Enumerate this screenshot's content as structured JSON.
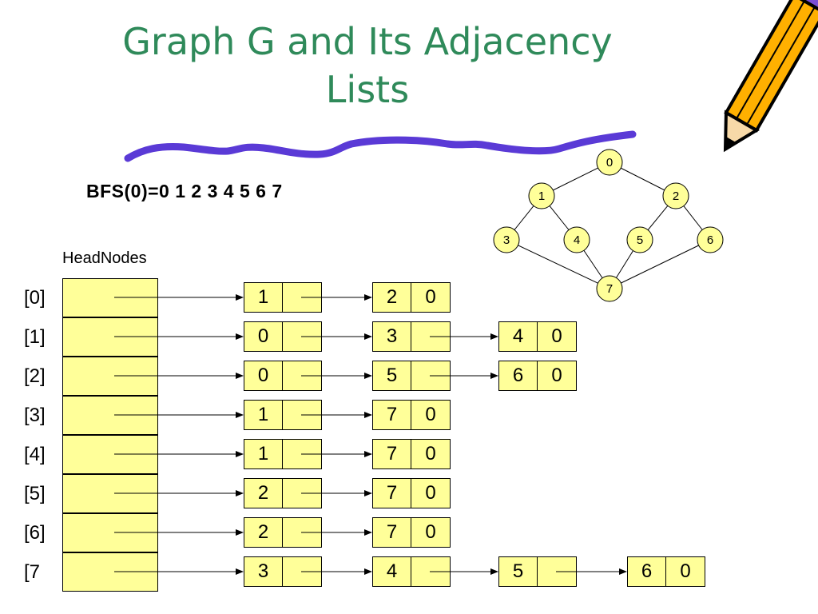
{
  "title": {
    "line1": "Graph G and Its Adjacency",
    "line2": "Lists"
  },
  "bfs_text": "BFS(0)=0  1  2  3  4  5  6  7",
  "headnodes_label": "HeadNodes",
  "colors": {
    "title": "#2f8a5a",
    "node_fill": "#ffff99",
    "underline": "#5a3ad6"
  },
  "graph": {
    "nodes": [
      "0",
      "1",
      "2",
      "3",
      "4",
      "5",
      "6",
      "7"
    ],
    "edges": [
      [
        "0",
        "1"
      ],
      [
        "0",
        "2"
      ],
      [
        "1",
        "3"
      ],
      [
        "1",
        "4"
      ],
      [
        "2",
        "5"
      ],
      [
        "2",
        "6"
      ],
      [
        "3",
        "7"
      ],
      [
        "4",
        "7"
      ],
      [
        "5",
        "7"
      ],
      [
        "6",
        "7"
      ]
    ]
  },
  "adjacency": [
    {
      "index": "[0]",
      "nodes": [
        {
          "v": "1",
          "link": ""
        },
        {
          "v": "2",
          "link": "0"
        }
      ]
    },
    {
      "index": "[1]",
      "nodes": [
        {
          "v": "0",
          "link": ""
        },
        {
          "v": "3",
          "link": ""
        },
        {
          "v": "4",
          "link": "0"
        }
      ]
    },
    {
      "index": "[2]",
      "nodes": [
        {
          "v": "0",
          "link": ""
        },
        {
          "v": "5",
          "link": ""
        },
        {
          "v": "6",
          "link": "0"
        }
      ]
    },
    {
      "index": "[3]",
      "nodes": [
        {
          "v": "1",
          "link": ""
        },
        {
          "v": "7",
          "link": "0"
        }
      ]
    },
    {
      "index": "[4]",
      "nodes": [
        {
          "v": "1",
          "link": ""
        },
        {
          "v": "7",
          "link": "0"
        }
      ]
    },
    {
      "index": "[5]",
      "nodes": [
        {
          "v": "2",
          "link": ""
        },
        {
          "v": "7",
          "link": "0"
        }
      ]
    },
    {
      "index": "[6]",
      "nodes": [
        {
          "v": "2",
          "link": ""
        },
        {
          "v": "7",
          "link": "0"
        }
      ]
    },
    {
      "index": "[7",
      "nodes": [
        {
          "v": "3",
          "link": ""
        },
        {
          "v": "4",
          "link": ""
        },
        {
          "v": "5",
          "link": ""
        },
        {
          "v": "6",
          "link": "0"
        }
      ]
    }
  ],
  "icons": {
    "pencil": "pencil-icon"
  }
}
